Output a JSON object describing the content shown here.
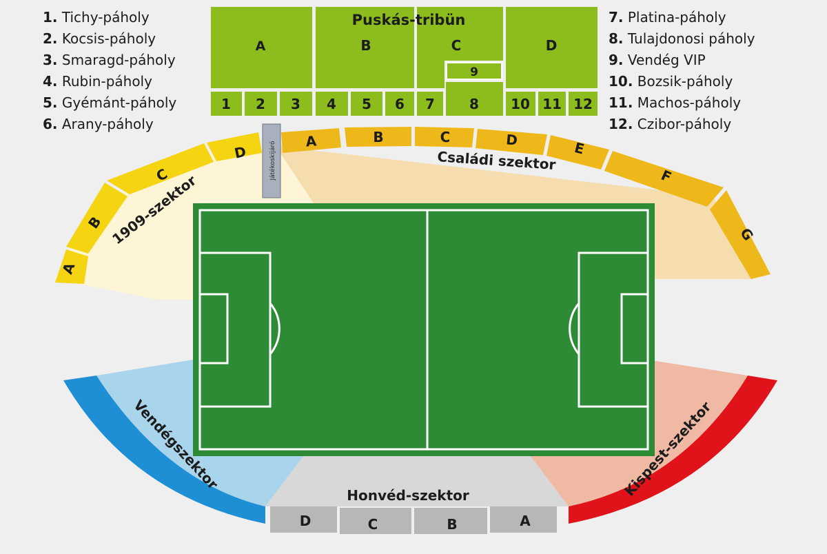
{
  "legend_left": [
    {
      "num": "1.",
      "name": "Tichy-páholy"
    },
    {
      "num": "2.",
      "name": "Kocsis-páholy"
    },
    {
      "num": "3.",
      "name": "Smaragd-páholy"
    },
    {
      "num": "4.",
      "name": "Rubin-páholy"
    },
    {
      "num": "5.",
      "name": "Gyémánt-páholy"
    },
    {
      "num": "6.",
      "name": "Arany-páholy"
    }
  ],
  "legend_right": [
    {
      "num": "7.",
      "name": "Platina-páholy"
    },
    {
      "num": "8.",
      "name": "Tulajdonosi páholy"
    },
    {
      "num": "9.",
      "name": "Vendég VIP"
    },
    {
      "num": "10.",
      "name": "Bozsik-páholy"
    },
    {
      "num": "11.",
      "name": "Machos-páholy"
    },
    {
      "num": "12.",
      "name": "Czibor-páholy"
    }
  ],
  "puskas_tribun": {
    "title": "Puskás-tribün",
    "sections": [
      "A",
      "B",
      "C",
      "D"
    ],
    "vip": "9",
    "owner_box": "8",
    "boxes": [
      "1",
      "2",
      "3",
      "4",
      "5",
      "6",
      "7",
      "10",
      "11",
      "12"
    ]
  },
  "sectors": {
    "s1909": {
      "label": "1909-szektor",
      "blocks": [
        "A",
        "B",
        "C",
        "D"
      ]
    },
    "csaladi": {
      "label": "Családi szektor",
      "blocks": [
        "A",
        "B",
        "C",
        "D",
        "E",
        "F",
        "G"
      ]
    },
    "jatekoskijaro": "Játékoskijáró",
    "vendeg": {
      "label": "Vendégszektor"
    },
    "honved": {
      "label": "Honvéd-szektor",
      "blocks": [
        "D",
        "C",
        "B",
        "A"
      ]
    },
    "kispest": {
      "label": "Kispest-szektor"
    }
  },
  "colors": {
    "background": "#efefef",
    "tribun_green": "#8dbd1c",
    "pitch": "#2e8b35",
    "s1909_fill": "#fdf5d5",
    "csaladi_fill": "#f5ddb0",
    "ring_yellow": "#f5d411",
    "ring_orange": "#efb81a",
    "vendeg_fill": "#a9d5ec",
    "vendeg_ring": "#1e8fd4",
    "honved_fill": "#d8d8d8",
    "honved_ring": "#b7b7b7",
    "kispest_fill": "#efb9a3",
    "kispest_ring": "#e0121a"
  }
}
